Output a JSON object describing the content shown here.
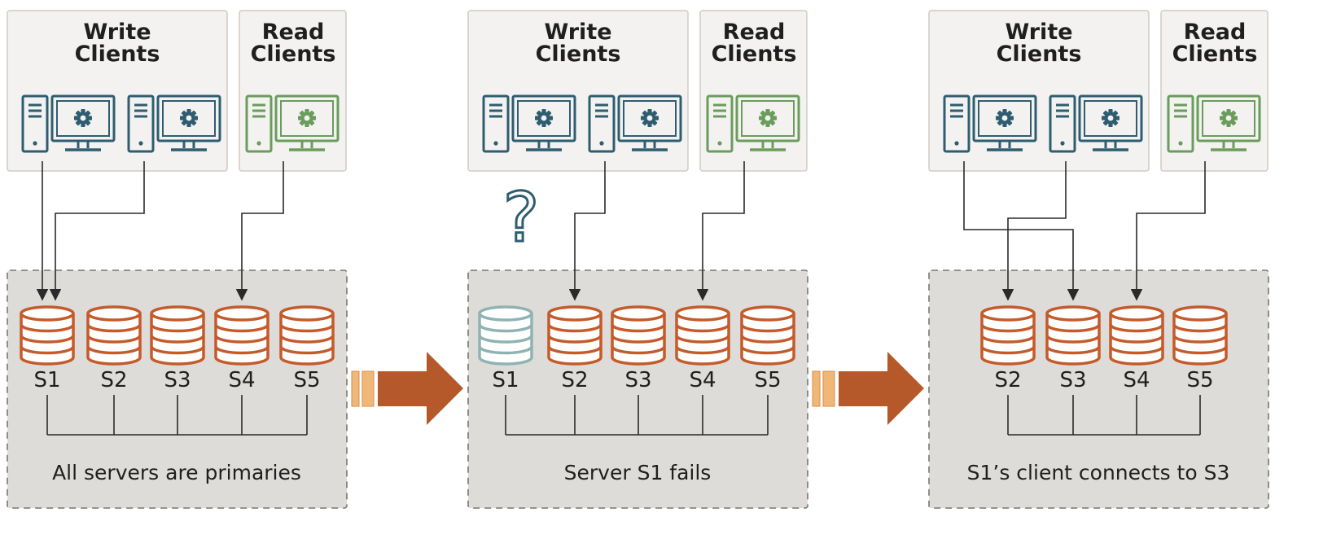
{
  "colors": {
    "write_client": "#2e5d70",
    "read_client": "#6a9c5c",
    "server_active": "#c55a2a",
    "server_failed": "#8fb3b2",
    "arrow": "#b5582a",
    "arrow_stripe": "#f0b878",
    "question": "#2e5d70"
  },
  "icons": {
    "client": "desktop-computer-icon",
    "server": "database-icon",
    "unknown": "question-mark-icon",
    "transition": "right-arrow-icon"
  },
  "panels": [
    {
      "write_clients_title": "Write Clients",
      "read_clients_title": "Read Clients",
      "caption": "All servers are primaries",
      "servers": [
        {
          "label": "S1",
          "status": "active"
        },
        {
          "label": "S2",
          "status": "active"
        },
        {
          "label": "S3",
          "status": "active"
        },
        {
          "label": "S4",
          "status": "active"
        },
        {
          "label": "S5",
          "status": "active"
        }
      ],
      "connections": [
        {
          "from": "write-client-1",
          "to": "S1"
        },
        {
          "from": "write-client-2",
          "to": "S1"
        },
        {
          "from": "read-client-1",
          "to": "S4"
        }
      ],
      "question_mark": false
    },
    {
      "write_clients_title": "Write Clients",
      "read_clients_title": "Read Clients",
      "caption": "Server S1 fails",
      "servers": [
        {
          "label": "S1",
          "status": "failed"
        },
        {
          "label": "S2",
          "status": "active"
        },
        {
          "label": "S3",
          "status": "active"
        },
        {
          "label": "S4",
          "status": "active"
        },
        {
          "label": "S5",
          "status": "active"
        }
      ],
      "connections": [
        {
          "from": "write-client-2",
          "to": "S2"
        },
        {
          "from": "read-client-1",
          "to": "S4"
        }
      ],
      "question_mark": true
    },
    {
      "write_clients_title": "Write Clients",
      "read_clients_title": "Read Clients",
      "caption": "S1’s client connects to S3",
      "servers": [
        {
          "label": "S2",
          "status": "active"
        },
        {
          "label": "S3",
          "status": "active"
        },
        {
          "label": "S4",
          "status": "active"
        },
        {
          "label": "S5",
          "status": "active"
        }
      ],
      "connections": [
        {
          "from": "write-client-1",
          "to": "S3"
        },
        {
          "from": "write-client-2",
          "to": "S2"
        },
        {
          "from": "read-client-1",
          "to": "S4"
        }
      ],
      "question_mark": false
    }
  ]
}
